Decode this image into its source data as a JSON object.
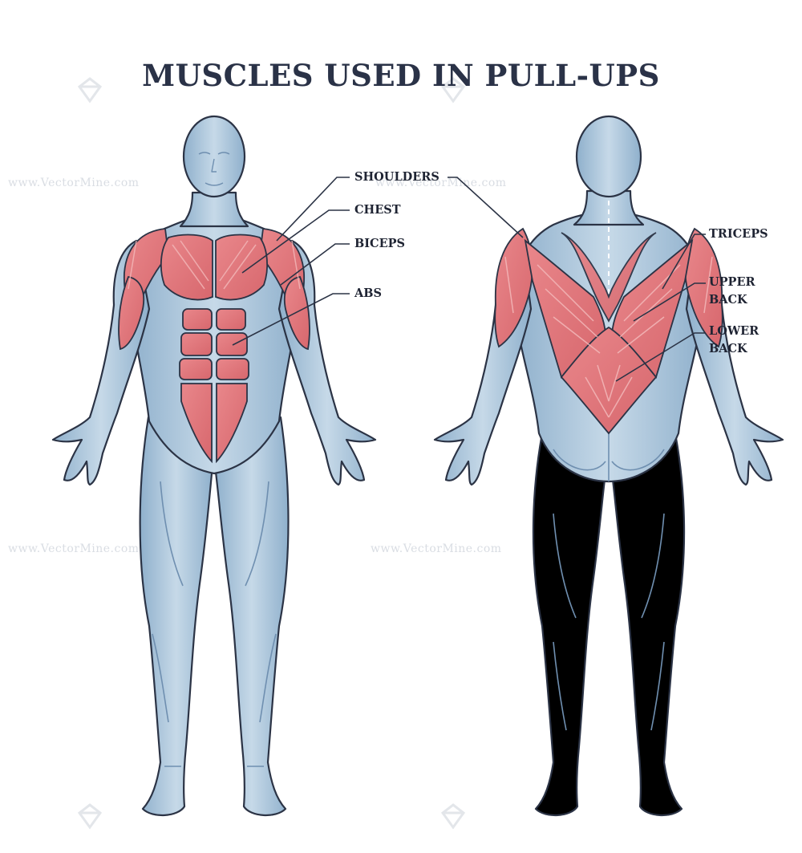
{
  "title": "MUSCLES USED IN PULL-UPS",
  "labels": {
    "shoulders": "SHOULDERS",
    "chest": "CHEST",
    "biceps": "BICEPS",
    "abs": "ABS",
    "triceps": "TRICEPS",
    "upper_back_1": "UPPER",
    "upper_back_2": "BACK",
    "lower_back_1": "LOWER",
    "lower_back_2": "BACK"
  },
  "watermark": "www.VectorMine.com",
  "colors": {
    "body": "#a9c3d9",
    "body_light": "#c9dbe9",
    "body_dark": "#7f9fbd",
    "muscle": "#dd7479",
    "muscle_light": "#eea3a5",
    "outline": "#2b3345",
    "title": "#2a3247"
  }
}
